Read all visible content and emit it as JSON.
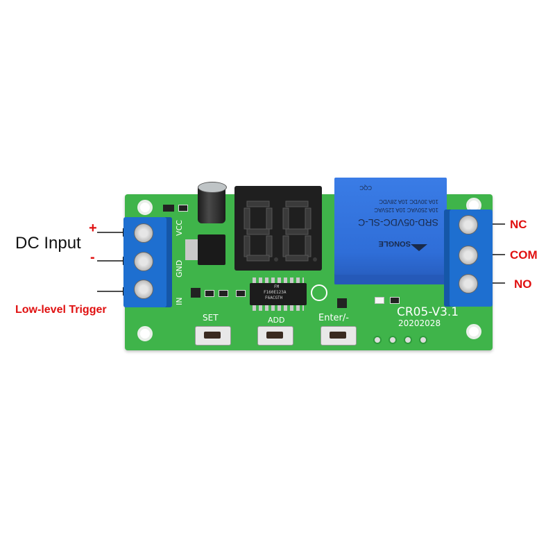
{
  "labels": {
    "dc_input": "DC Input",
    "plus": "+",
    "minus": "-",
    "low_level_trigger": "Low-level Trigger",
    "nc": "NC",
    "com": "COM",
    "no": "NO"
  },
  "board": {
    "model": "CR05-V3.1",
    "date": "20202028",
    "pin_in": "IN",
    "pin_gnd": "GND",
    "pin_vcc": "VCC",
    "btn_set": "SET",
    "btn_add": "ADD",
    "btn_enter": "Enter/-",
    "display_digits": "88"
  },
  "relay": {
    "model": "SRD-05VDC-SL-C",
    "line1": "10A 250VAC  10A 125VAC",
    "line2": "10A 30VDC  10A 28VDC",
    "brand": "SONGLE",
    "cert": "CQC"
  },
  "chip": {
    "line1": "FM",
    "line2": "F160E123A",
    "line3": "F6ACGTH"
  },
  "colors": {
    "pcb": "#3fb44a",
    "pcb_dark": "#2d9a3a",
    "terminal": "#1e6fd0",
    "relay": "#2f6ed8",
    "label_red": "#e01010"
  }
}
